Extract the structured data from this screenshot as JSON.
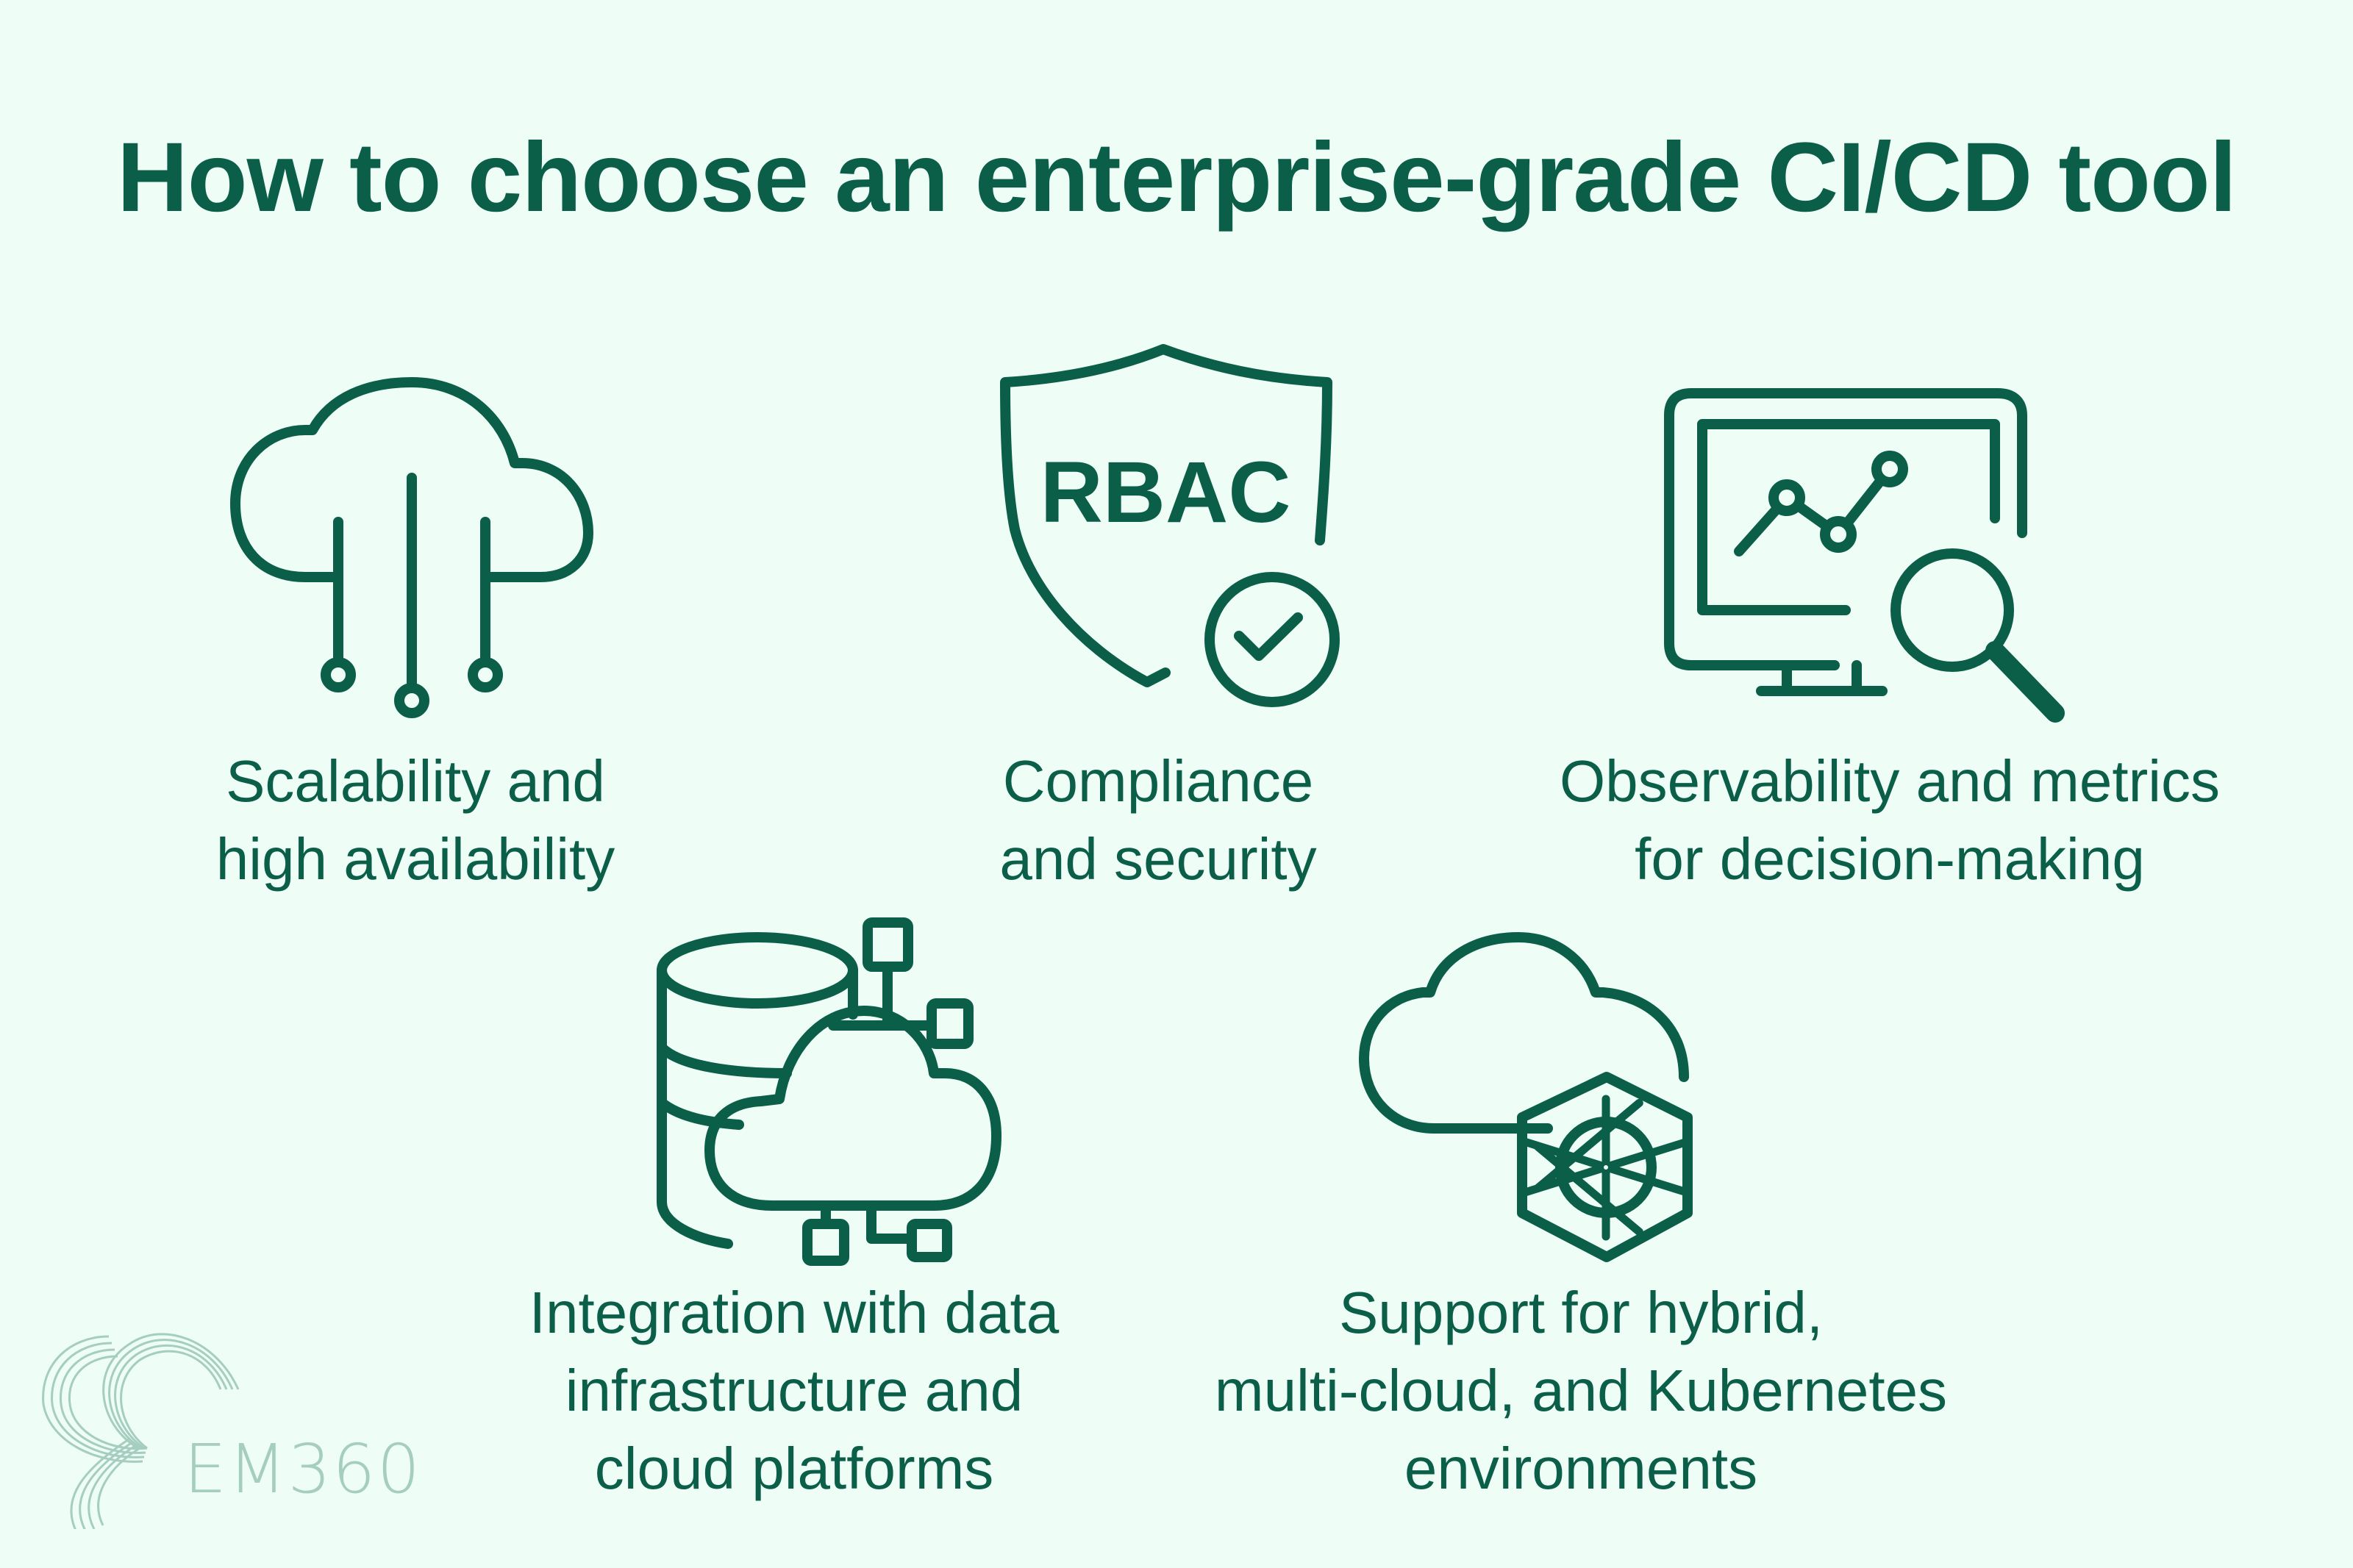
{
  "title": "How to choose an enterprise-grade CI/CD tool",
  "colors": {
    "background": "#eefdf6",
    "ink": "#0b5e48",
    "logo": "#a5cdc0"
  },
  "items": [
    {
      "icon": "cloud-circuit-icon",
      "lines": [
        "Scalability and",
        "high availability"
      ]
    },
    {
      "icon": "shield-rbac-check-icon",
      "icon_text": "RBAC",
      "lines": [
        "Compliance",
        "and security"
      ]
    },
    {
      "icon": "monitor-chart-magnifier-icon",
      "lines": [
        "Observability and metrics",
        "for decision-making"
      ]
    },
    {
      "icon": "database-cloud-network-icon",
      "lines": [
        "Integration with data",
        "infrastructure and",
        "cloud platforms"
      ]
    },
    {
      "icon": "cloud-kubernetes-icon",
      "lines": [
        "Support for hybrid,",
        "multi-cloud, and Kubernetes",
        "environments"
      ]
    }
  ],
  "logo": {
    "text": "EM360"
  }
}
